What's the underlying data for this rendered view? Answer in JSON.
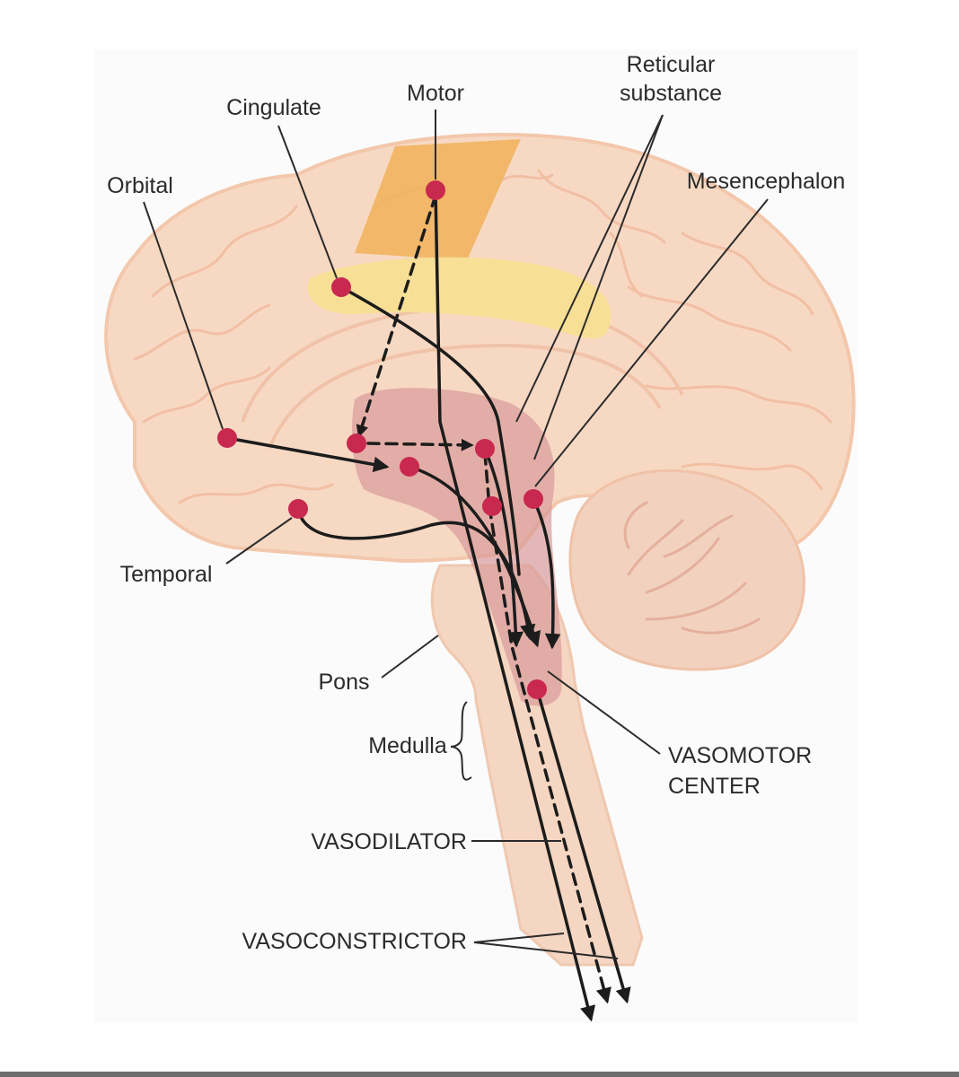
{
  "labels": {
    "reticular_line1": "Reticular",
    "reticular_line2": "substance",
    "motor": "Motor",
    "cingulate": "Cingulate",
    "orbital": "Orbital",
    "mesencephalon": "Mesencephalon",
    "temporal": "Temporal",
    "pons": "Pons",
    "medulla": "Medulla",
    "vasomotor_line1": "VASOMOTOR",
    "vasomotor_line2": "CENTER",
    "vasodilator": "VASODILATOR",
    "vasoconstrictor": "VASOCONSTRICTOR"
  },
  "colors": {
    "brain_fill": "#f7d9c3",
    "brain_edge": "#f3c7ab",
    "gyrus_line": "#f0b79a",
    "brainstem": "#f5d6c2",
    "motor_area": "#f1b25f",
    "cingulate_area": "#f8df96",
    "reticular_area": "#d99a9a",
    "node": "#c9294f",
    "pathway": "#1c1c1c"
  }
}
